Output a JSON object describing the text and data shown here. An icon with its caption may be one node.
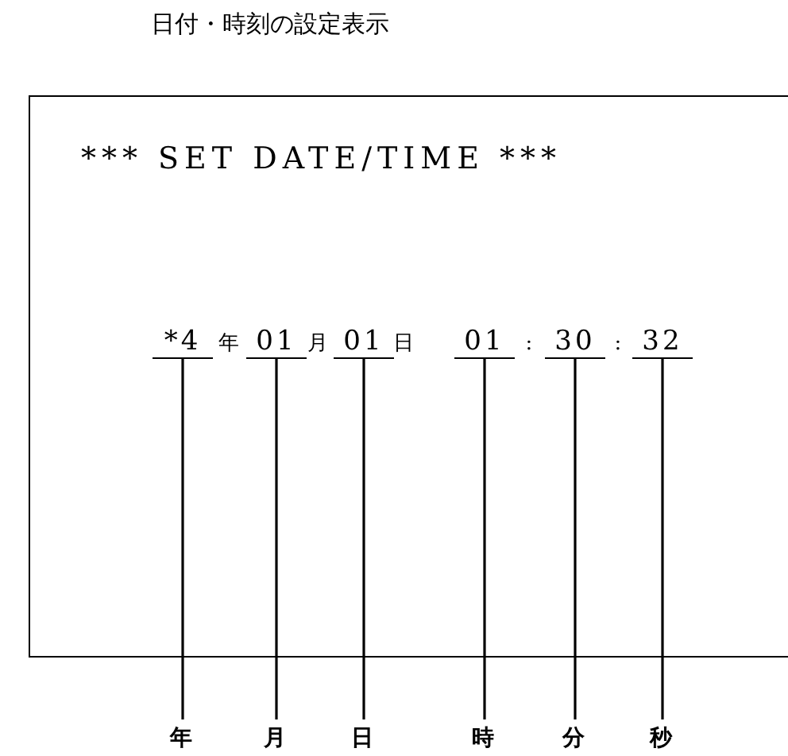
{
  "diagram": {
    "title": "日付・時刻の設定表示",
    "nodes": [
      {
        "text": [
          "*** SET DATE/TIME ***"
        ]
      },
      {
        "text": [
          "*4"
        ],
        "in": 0
      },
      {
        "text": [
          "01"
        ],
        "in": 0
      },
      {
        "text": [
          "01"
        ],
        "in": 0
      },
      {
        "text": [
          "01"
        ],
        "in": 0
      },
      {
        "text": [
          "30"
        ],
        "in": 0
      },
      {
        "text": [
          "32"
        ],
        "in": 0
      },
      {
        "text": [
          "年"
        ]
      },
      {
        "text": [
          "月"
        ]
      },
      {
        "text": [
          "日"
        ]
      },
      {
        "text": [
          "時"
        ]
      },
      {
        "text": [
          "分"
        ]
      },
      {
        "text": [
          "秒"
        ]
      }
    ],
    "edges": [
      {
        "from": 7,
        "to": 1,
        "arrow": "none"
      },
      {
        "from": 8,
        "to": 2,
        "arrow": "none"
      },
      {
        "from": 9,
        "to": 3,
        "arrow": "none"
      },
      {
        "from": 10,
        "to": 4,
        "arrow": "none"
      },
      {
        "from": 11,
        "to": 5,
        "arrow": "none"
      },
      {
        "from": 12,
        "to": 6,
        "arrow": "none"
      }
    ],
    "labels": [
      "年",
      "月",
      "日",
      ":",
      ":"
    ]
  }
}
